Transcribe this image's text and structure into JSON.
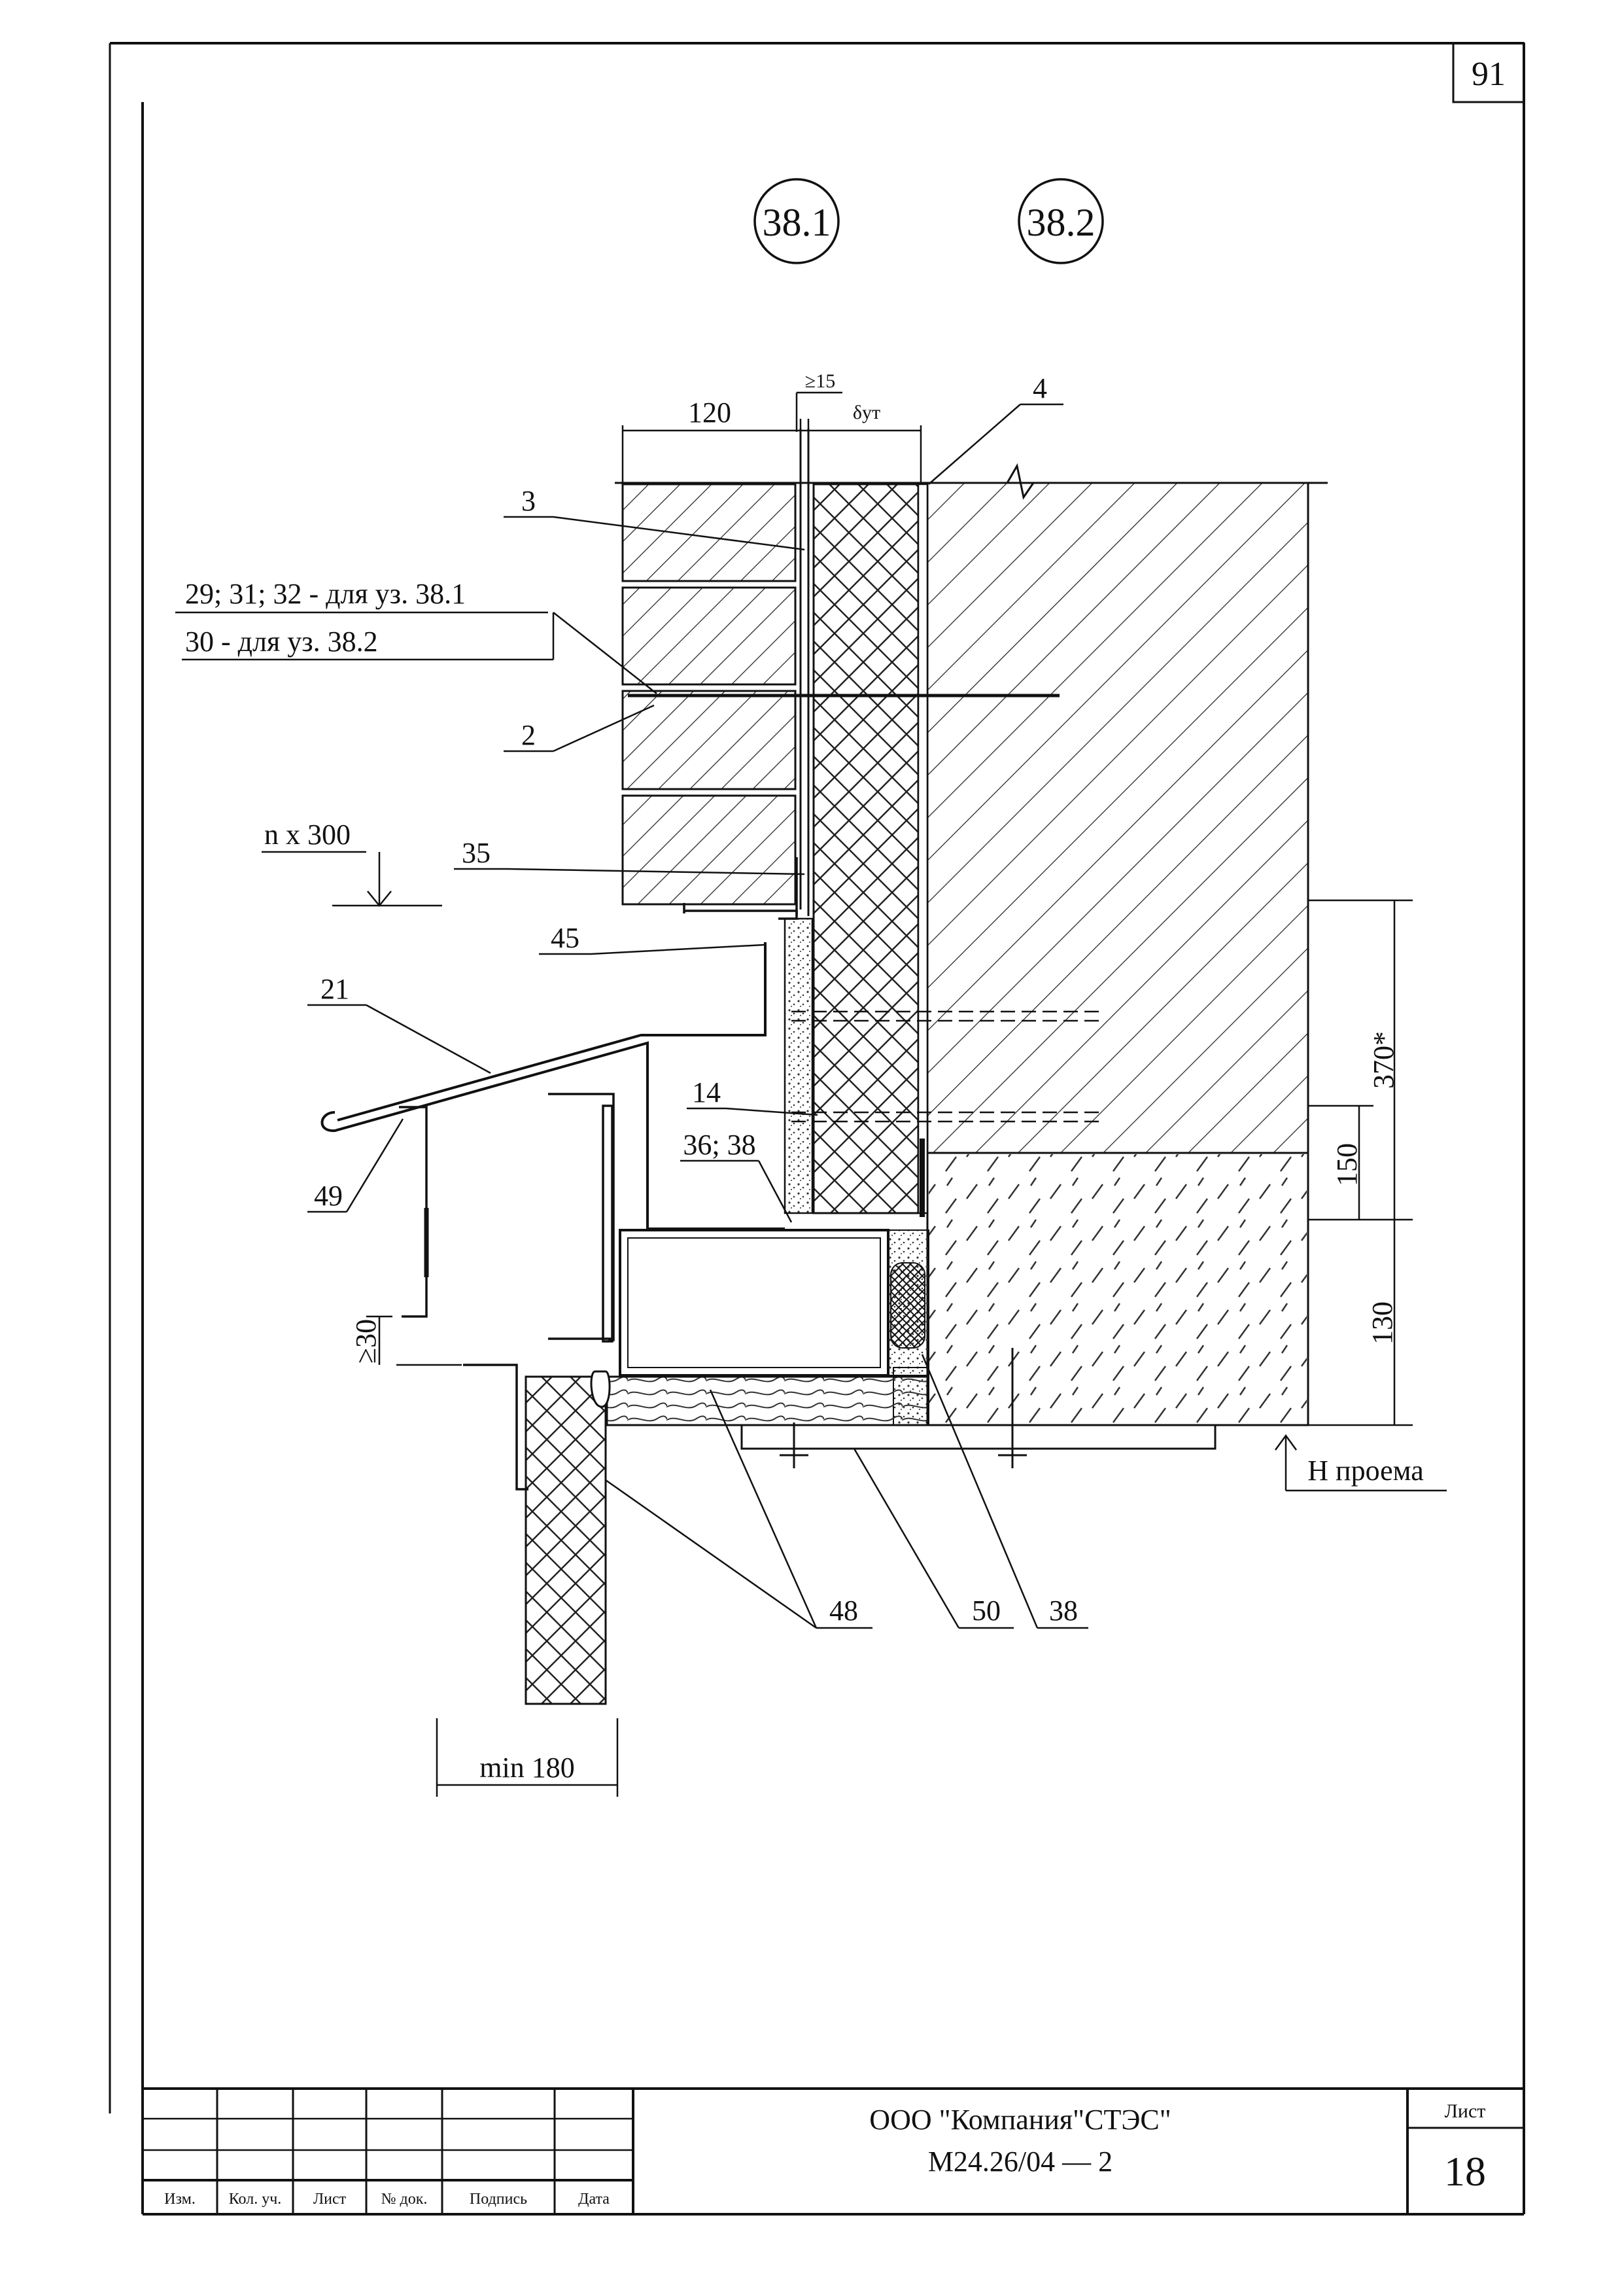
{
  "sheet_number_top": "91",
  "node_marks": [
    "38.1",
    "38.2"
  ],
  "dimensions": {
    "gap_min": "≥15",
    "brick_width": "120",
    "insulation_thickness": "δут",
    "course_spacing": "n x 300",
    "height_370": "370*",
    "height_150": "150",
    "height_130": "130",
    "min_30": "≥30",
    "min_180": "min 180",
    "opening_height": "Н проема"
  },
  "callouts": {
    "c3": "3",
    "c4": "4",
    "c29": "29; 31; 32 - для уз. 38.1",
    "c30": "30 - для уз. 38.2",
    "c2": "2",
    "c35": "35",
    "c45": "45",
    "c21": "21",
    "c14": "14",
    "c36": "36; 38",
    "c49": "49",
    "c48": "48",
    "c50": "50",
    "c38": "38"
  },
  "title_block": {
    "headers": [
      "Изм.",
      "Кол. уч.",
      "Лист",
      "№ док.",
      "Подпись",
      "Дата"
    ],
    "company": "ООО \"Компания\"СТЭС\"",
    "doc_code": "М24.26/04 — 2",
    "sheet_label": "Лист",
    "sheet_number": "18"
  }
}
